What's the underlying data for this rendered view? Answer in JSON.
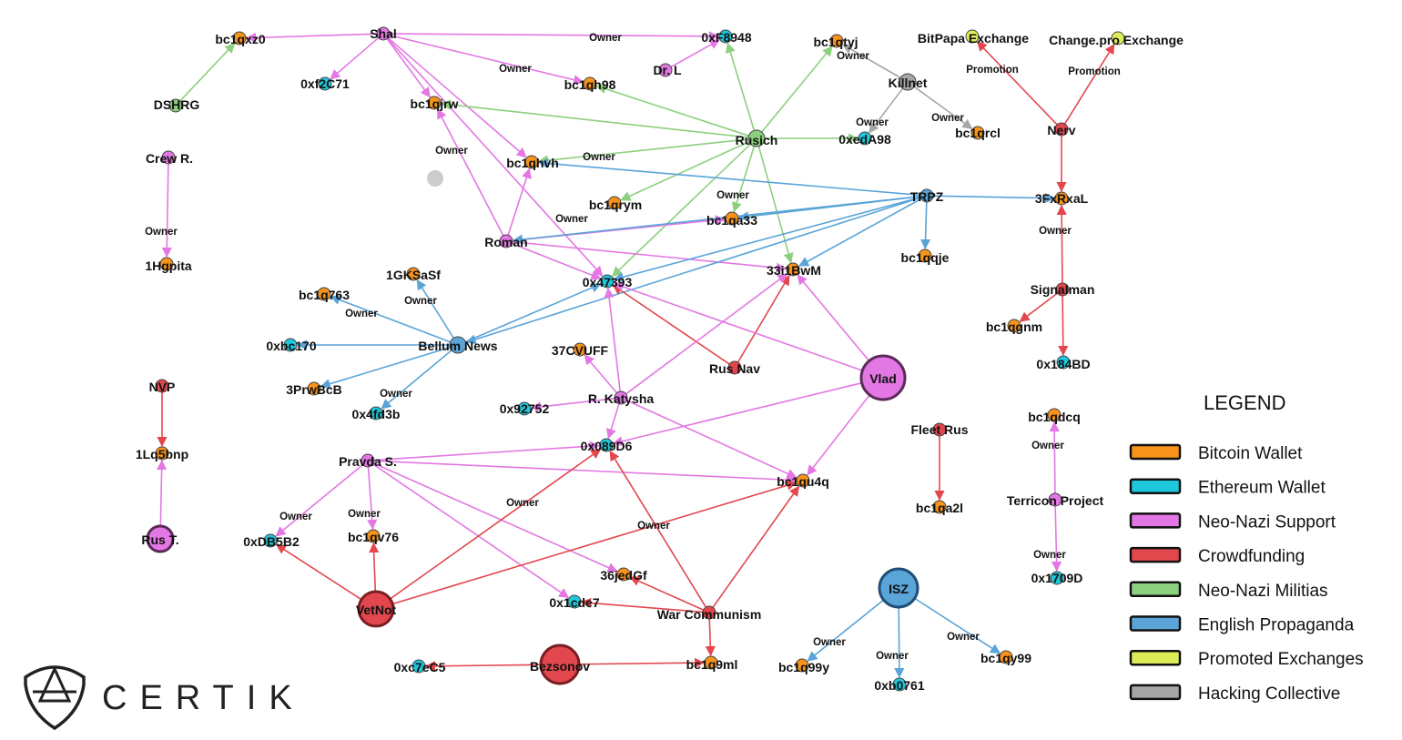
{
  "colors": {
    "bitcoin": "#f7931a",
    "ethereum": "#1ec8dc",
    "support": "#e377e3",
    "crowdfunding": "#e2474d",
    "militia": "#8ccf7e",
    "propaganda": "#5aa4d8",
    "exchange": "#dded5a",
    "hacking": "#a6a6a6",
    "unlabeled": "#cccccc"
  },
  "legend": {
    "title": "LEGEND",
    "items": [
      {
        "label": "Bitcoin Wallet",
        "category": "bitcoin"
      },
      {
        "label": "Ethereum Wallet",
        "category": "ethereum"
      },
      {
        "label": "Neo-Nazi Support",
        "category": "support"
      },
      {
        "label": "Crowdfunding",
        "category": "crowdfunding"
      },
      {
        "label": "Neo-Nazi Militias",
        "category": "militia"
      },
      {
        "label": "English Propaganda",
        "category": "propaganda"
      },
      {
        "label": "Promoted Exchanges",
        "category": "exchange"
      },
      {
        "label": "Hacking Collective",
        "category": "hacking"
      }
    ]
  },
  "logo": {
    "text": "CERTIK"
  },
  "nodes": [
    {
      "id": "shal",
      "label": "Shal",
      "category": "support",
      "size": "small"
    },
    {
      "id": "bc1qxz0",
      "label": "bc1qxz0",
      "category": "bitcoin",
      "size": "small"
    },
    {
      "id": "dshrg",
      "label": "DSHRG",
      "category": "militia",
      "size": "small"
    },
    {
      "id": "0xf2c71",
      "label": "0xf2C71",
      "category": "ethereum",
      "size": "small"
    },
    {
      "id": "bc1qjrw",
      "label": "bc1qjrw",
      "category": "bitcoin",
      "size": "small"
    },
    {
      "id": "bc1qh98",
      "label": "bc1qh98",
      "category": "bitcoin",
      "size": "small"
    },
    {
      "id": "drl",
      "label": "Dr. L",
      "category": "support",
      "size": "small"
    },
    {
      "id": "0xf8948",
      "label": "0xF8948",
      "category": "ethereum",
      "size": "small"
    },
    {
      "id": "bc1qtyj",
      "label": "bc1qtyj",
      "category": "bitcoin",
      "size": "small"
    },
    {
      "id": "killnet",
      "label": "Killnet",
      "category": "hacking",
      "size": "small"
    },
    {
      "id": "bitpapa",
      "label": "BitPapa Exchange",
      "category": "exchange",
      "size": "small"
    },
    {
      "id": "changepro",
      "label": "Change.pro Exchange",
      "category": "exchange",
      "size": "small"
    },
    {
      "id": "crewr",
      "label": "Crew R.",
      "category": "support",
      "size": "small"
    },
    {
      "id": "1hgpita",
      "label": "1Hgpita",
      "category": "bitcoin",
      "size": "small"
    },
    {
      "id": "bc1qhvh",
      "label": "bc1qhvh",
      "category": "bitcoin",
      "size": "small"
    },
    {
      "id": "rusich",
      "label": "Rusich",
      "category": "militia",
      "size": "medium"
    },
    {
      "id": "0xeda98",
      "label": "0xedA98",
      "category": "ethereum",
      "size": "small"
    },
    {
      "id": "bc1qrcl",
      "label": "bc1qrcl",
      "category": "bitcoin",
      "size": "small"
    },
    {
      "id": "nerv",
      "label": "Nerv",
      "category": "crowdfunding",
      "size": "small"
    },
    {
      "id": "unlabeled",
      "label": "",
      "category": "unlabeled",
      "size": "small"
    },
    {
      "id": "bc1qrym",
      "label": "bc1qrym",
      "category": "bitcoin",
      "size": "small"
    },
    {
      "id": "bc1qa33",
      "label": "bc1qa33",
      "category": "bitcoin",
      "size": "small"
    },
    {
      "id": "trpz",
      "label": "TRPZ",
      "category": "propaganda",
      "size": "small"
    },
    {
      "id": "3fxrxal",
      "label": "3FxRxaL",
      "category": "bitcoin",
      "size": "small"
    },
    {
      "id": "roman",
      "label": "Roman",
      "category": "support",
      "size": "small"
    },
    {
      "id": "bc1qqje",
      "label": "bc1qqje",
      "category": "bitcoin",
      "size": "small"
    },
    {
      "id": "1gksasf",
      "label": "1GKSaSf",
      "category": "bitcoin",
      "size": "small"
    },
    {
      "id": "bc1q763",
      "label": "bc1q763",
      "category": "bitcoin",
      "size": "small"
    },
    {
      "id": "0x47393",
      "label": "0x47393",
      "category": "ethereum",
      "size": "small"
    },
    {
      "id": "33i1bwm",
      "label": "33i1BwM",
      "category": "bitcoin",
      "size": "small"
    },
    {
      "id": "signalman",
      "label": "Signalman",
      "category": "crowdfunding",
      "size": "small"
    },
    {
      "id": "bc1qgnm",
      "label": "bc1qgnm",
      "category": "bitcoin",
      "size": "small"
    },
    {
      "id": "0xbc170",
      "label": "0xbc170",
      "category": "ethereum",
      "size": "small"
    },
    {
      "id": "bellum",
      "label": "Bellum News",
      "category": "propaganda",
      "size": "medium"
    },
    {
      "id": "37cvuff",
      "label": "37CVUFF",
      "category": "bitcoin",
      "size": "small"
    },
    {
      "id": "rusnav",
      "label": "Rus Nav",
      "category": "crowdfunding",
      "size": "small"
    },
    {
      "id": "vlad",
      "label": "Vlad",
      "category": "support",
      "size": "large"
    },
    {
      "id": "0x184bd",
      "label": "0x184BD",
      "category": "ethereum",
      "size": "small"
    },
    {
      "id": "nvp",
      "label": "NVP",
      "category": "crowdfunding",
      "size": "small"
    },
    {
      "id": "3prwbcb",
      "label": "3PrwBcB",
      "category": "bitcoin",
      "size": "small"
    },
    {
      "id": "0x4fd3b",
      "label": "0x4fd3b",
      "category": "ethereum",
      "size": "small"
    },
    {
      "id": "0x92752",
      "label": "0x92752",
      "category": "ethereum",
      "size": "small"
    },
    {
      "id": "rkatysha",
      "label": "R. Katysha",
      "category": "support",
      "size": "small"
    },
    {
      "id": "bc1qdcq",
      "label": "bc1qdcq",
      "category": "bitcoin",
      "size": "small"
    },
    {
      "id": "fleetrus",
      "label": "Fleet Rus",
      "category": "crowdfunding",
      "size": "small"
    },
    {
      "id": "1lq5bnp",
      "label": "1Lq5bnp",
      "category": "bitcoin",
      "size": "small"
    },
    {
      "id": "pravdas",
      "label": "Pravda S.",
      "category": "support",
      "size": "small"
    },
    {
      "id": "0x089d6",
      "label": "0x089D6",
      "category": "ethereum",
      "size": "small"
    },
    {
      "id": "bc1qu4q",
      "label": "bc1qu4q",
      "category": "bitcoin",
      "size": "small"
    },
    {
      "id": "bc1qa2l",
      "label": "bc1qa2l",
      "category": "bitcoin",
      "size": "small"
    },
    {
      "id": "terricon",
      "label": "Terricon Project",
      "category": "support",
      "size": "small"
    },
    {
      "id": "rust",
      "label": "Rus T.",
      "category": "support",
      "size": "medium"
    },
    {
      "id": "0xdb5b2",
      "label": "0xDB5B2",
      "category": "ethereum",
      "size": "small"
    },
    {
      "id": "bc1qv76",
      "label": "bc1qv76",
      "category": "bitcoin",
      "size": "small"
    },
    {
      "id": "36jedgf",
      "label": "36jedGf",
      "category": "bitcoin",
      "size": "small"
    },
    {
      "id": "0x1709d",
      "label": "0x1709D",
      "category": "ethereum",
      "size": "small"
    },
    {
      "id": "isz",
      "label": "ISZ",
      "category": "propaganda",
      "size": "large"
    },
    {
      "id": "vetnot",
      "label": "VetNot",
      "category": "crowdfunding",
      "size": "large"
    },
    {
      "id": "0x1cde7",
      "label": "0x1cde7",
      "category": "ethereum",
      "size": "small"
    },
    {
      "id": "warcommunism",
      "label": "War Communism",
      "category": "crowdfunding",
      "size": "small"
    },
    {
      "id": "bc1q99y",
      "label": "bc1q99y",
      "category": "bitcoin",
      "size": "small"
    },
    {
      "id": "bc1qy99",
      "label": "bc1qy99",
      "category": "bitcoin",
      "size": "small"
    },
    {
      "id": "0xb0761",
      "label": "0xb0761",
      "category": "ethereum",
      "size": "small"
    },
    {
      "id": "0xc7ec5",
      "label": "0xc7eC5",
      "category": "ethereum",
      "size": "small"
    },
    {
      "id": "bezsonov",
      "label": "Bezsonov",
      "category": "crowdfunding",
      "size": "large"
    },
    {
      "id": "bc1q9ml",
      "label": "bc1q9ml",
      "category": "bitcoin",
      "size": "small"
    }
  ],
  "edges": [
    {
      "from": "shal",
      "to": "bc1qxz0",
      "category": "support",
      "label": ""
    },
    {
      "from": "shal",
      "to": "0xf8948",
      "category": "support",
      "label": "Owner"
    },
    {
      "from": "shal",
      "to": "0xf2c71",
      "category": "support",
      "label": ""
    },
    {
      "from": "shal",
      "to": "bc1qjrw",
      "category": "support",
      "label": ""
    },
    {
      "from": "shal",
      "to": "bc1qh98",
      "category": "support",
      "label": "Owner"
    },
    {
      "from": "shal",
      "to": "bc1qhvh",
      "category": "support",
      "label": ""
    },
    {
      "from": "shal",
      "to": "0x47393",
      "category": "support",
      "label": ""
    },
    {
      "from": "dshrg",
      "to": "bc1qxz0",
      "category": "militia",
      "label": ""
    },
    {
      "from": "drl",
      "to": "0xf8948",
      "category": "support",
      "label": ""
    },
    {
      "from": "rusich",
      "to": "0xf8948",
      "category": "militia",
      "label": ""
    },
    {
      "from": "rusich",
      "to": "bc1qtyj",
      "category": "militia",
      "label": ""
    },
    {
      "from": "rusich",
      "to": "bc1qjrw",
      "category": "militia",
      "label": ""
    },
    {
      "from": "rusich",
      "to": "bc1qh98",
      "category": "militia",
      "label": ""
    },
    {
      "from": "rusich",
      "to": "bc1qhvh",
      "category": "militia",
      "label": "Owner"
    },
    {
      "from": "rusich",
      "to": "0xeda98",
      "category": "militia",
      "label": ""
    },
    {
      "from": "rusich",
      "to": "bc1qrym",
      "category": "militia",
      "label": ""
    },
    {
      "from": "rusich",
      "to": "bc1qa33",
      "category": "militia",
      "label": "Owner"
    },
    {
      "from": "rusich",
      "to": "0x47393",
      "category": "militia",
      "label": ""
    },
    {
      "from": "rusich",
      "to": "33i1bwm",
      "category": "militia",
      "label": ""
    },
    {
      "from": "killnet",
      "to": "bc1qtyj",
      "category": "hacking",
      "label": "Owner"
    },
    {
      "from": "killnet",
      "to": "0xeda98",
      "category": "hacking",
      "label": "Owner"
    },
    {
      "from": "killnet",
      "to": "bc1qrcl",
      "category": "hacking",
      "label": "Owner"
    },
    {
      "from": "nerv",
      "to": "bitpapa",
      "category": "crowdfunding",
      "label": "Promotion"
    },
    {
      "from": "nerv",
      "to": "changepro",
      "category": "crowdfunding",
      "label": "Promotion"
    },
    {
      "from": "nerv",
      "to": "3fxrxal",
      "category": "crowdfunding",
      "label": ""
    },
    {
      "from": "crewr",
      "to": "1hgpita",
      "category": "support",
      "label": "Owner"
    },
    {
      "from": "roman",
      "to": "bc1qjrw",
      "category": "support",
      "label": "Owner"
    },
    {
      "from": "roman",
      "to": "bc1qhvh",
      "category": "support",
      "label": ""
    },
    {
      "from": "roman",
      "to": "bc1qa33",
      "category": "support",
      "label": "Owner"
    },
    {
      "from": "roman",
      "to": "0x47393",
      "category": "support",
      "label": ""
    },
    {
      "from": "roman",
      "to": "33i1bwm",
      "category": "support",
      "label": ""
    },
    {
      "from": "trpz",
      "to": "bc1qhvh",
      "category": "propaganda",
      "label": ""
    },
    {
      "from": "trpz",
      "to": "3fxrxal",
      "category": "propaganda",
      "label": ""
    },
    {
      "from": "trpz",
      "to": "roman",
      "category": "propaganda",
      "label": ""
    },
    {
      "from": "trpz",
      "to": "bc1qa33",
      "category": "propaganda",
      "label": ""
    },
    {
      "from": "trpz",
      "to": "bc1qqje",
      "category": "propaganda",
      "label": ""
    },
    {
      "from": "trpz",
      "to": "33i1bwm",
      "category": "propaganda",
      "label": ""
    },
    {
      "from": "trpz",
      "to": "0x47393",
      "category": "propaganda",
      "label": ""
    },
    {
      "from": "trpz",
      "to": "bellum",
      "category": "propaganda",
      "label": ""
    },
    {
      "from": "signalman",
      "to": "3fxrxal",
      "category": "crowdfunding",
      "label": "Owner"
    },
    {
      "from": "signalman",
      "to": "bc1qgnm",
      "category": "crowdfunding",
      "label": ""
    },
    {
      "from": "signalman",
      "to": "0x184bd",
      "category": "crowdfunding",
      "label": ""
    },
    {
      "from": "bellum",
      "to": "1gksasf",
      "category": "propaganda",
      "label": "Owner"
    },
    {
      "from": "bellum",
      "to": "bc1q763",
      "category": "propaganda",
      "label": "Owner"
    },
    {
      "from": "bellum",
      "to": "0xbc170",
      "category": "propaganda",
      "label": ""
    },
    {
      "from": "bellum",
      "to": "3prwbcb",
      "category": "propaganda",
      "label": ""
    },
    {
      "from": "bellum",
      "to": "0x4fd3b",
      "category": "propaganda",
      "label": "Owner"
    },
    {
      "from": "bellum",
      "to": "0x47393",
      "category": "propaganda",
      "label": ""
    },
    {
      "from": "rusnav",
      "to": "0x47393",
      "category": "crowdfunding",
      "label": ""
    },
    {
      "from": "rusnav",
      "to": "33i1bwm",
      "category": "crowdfunding",
      "label": ""
    },
    {
      "from": "vlad",
      "to": "33i1bwm",
      "category": "support",
      "label": ""
    },
    {
      "from": "vlad",
      "to": "0x47393",
      "category": "support",
      "label": ""
    },
    {
      "from": "vlad",
      "to": "0x089d6",
      "category": "support",
      "label": ""
    },
    {
      "from": "vlad",
      "to": "bc1qu4q",
      "category": "support",
      "label": ""
    },
    {
      "from": "rkatysha",
      "to": "37cvuff",
      "category": "support",
      "label": ""
    },
    {
      "from": "rkatysha",
      "to": "0x92752",
      "category": "support",
      "label": ""
    },
    {
      "from": "rkatysha",
      "to": "0x47393",
      "category": "support",
      "label": ""
    },
    {
      "from": "rkatysha",
      "to": "33i1bwm",
      "category": "support",
      "label": ""
    },
    {
      "from": "rkatysha",
      "to": "0x089d6",
      "category": "support",
      "label": ""
    },
    {
      "from": "rkatysha",
      "to": "bc1qu4q",
      "category": "support",
      "label": ""
    },
    {
      "from": "nvp",
      "to": "1lq5bnp",
      "category": "crowdfunding",
      "label": ""
    },
    {
      "from": "rust",
      "to": "1lq5bnp",
      "category": "support",
      "label": ""
    },
    {
      "from": "fleetrus",
      "to": "bc1qa2l",
      "category": "crowdfunding",
      "label": ""
    },
    {
      "from": "terricon",
      "to": "bc1qdcq",
      "category": "support",
      "label": "Owner"
    },
    {
      "from": "terricon",
      "to": "0x1709d",
      "category": "support",
      "label": "Owner"
    },
    {
      "from": "pravdas",
      "to": "0x089d6",
      "category": "support",
      "label": ""
    },
    {
      "from": "pravdas",
      "to": "bc1qu4q",
      "category": "support",
      "label": ""
    },
    {
      "from": "pravdas",
      "to": "0xdb5b2",
      "category": "support",
      "label": "Owner"
    },
    {
      "from": "pravdas",
      "to": "bc1qv76",
      "category": "support",
      "label": "Owner"
    },
    {
      "from": "pravdas",
      "to": "36jedgf",
      "category": "support",
      "label": ""
    },
    {
      "from": "pravdas",
      "to": "0x1cde7",
      "category": "support",
      "label": ""
    },
    {
      "from": "vetnot",
      "to": "0xdb5b2",
      "category": "crowdfunding",
      "label": ""
    },
    {
      "from": "vetnot",
      "to": "bc1qv76",
      "category": "crowdfunding",
      "label": ""
    },
    {
      "from": "vetnot",
      "to": "0x089d6",
      "category": "crowdfunding",
      "label": "Owner"
    },
    {
      "from": "vetnot",
      "to": "bc1qu4q",
      "category": "crowdfunding",
      "label": "Owner"
    },
    {
      "from": "warcommunism",
      "to": "0x089d6",
      "category": "crowdfunding",
      "label": ""
    },
    {
      "from": "warcommunism",
      "to": "bc1qu4q",
      "category": "crowdfunding",
      "label": ""
    },
    {
      "from": "warcommunism",
      "to": "36jedgf",
      "category": "crowdfunding",
      "label": ""
    },
    {
      "from": "warcommunism",
      "to": "0x1cde7",
      "category": "crowdfunding",
      "label": ""
    },
    {
      "from": "warcommunism",
      "to": "bc1q9ml",
      "category": "crowdfunding",
      "label": ""
    },
    {
      "from": "bezsonov",
      "to": "0xc7ec5",
      "category": "crowdfunding",
      "label": ""
    },
    {
      "from": "bezsonov",
      "to": "bc1q9ml",
      "category": "crowdfunding",
      "label": ""
    },
    {
      "from": "isz",
      "to": "bc1q99y",
      "category": "propaganda",
      "label": "Owner"
    },
    {
      "from": "isz",
      "to": "0xb0761",
      "category": "propaganda",
      "label": "Owner"
    },
    {
      "from": "isz",
      "to": "bc1qy99",
      "category": "propaganda",
      "label": "Owner"
    }
  ]
}
